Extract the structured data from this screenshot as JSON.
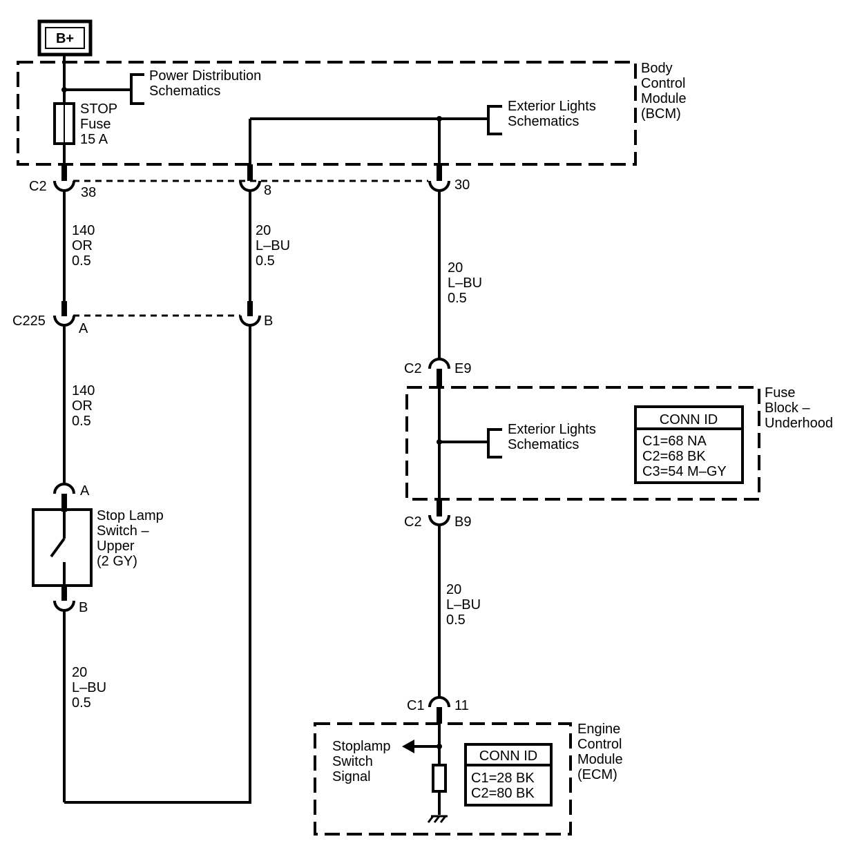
{
  "power": {
    "label": "B+"
  },
  "bcm": {
    "name_lines": [
      "Body",
      "Control",
      "Module",
      "(BCM)"
    ],
    "pds_lines": [
      "Power Distribution",
      "Schematics"
    ],
    "fuse_lines": [
      "STOP",
      "Fuse",
      "15 A"
    ],
    "ext_lights_lines": [
      "Exterior Lights",
      "Schematics"
    ]
  },
  "connectors": {
    "bcm_c2": {
      "name": "C2",
      "pins": [
        "38",
        "8",
        "30"
      ]
    },
    "c225": {
      "name": "C225",
      "pins": [
        "A",
        "B"
      ]
    },
    "fb_top": {
      "name": "C2",
      "pin": "E9"
    },
    "fb_bottom": {
      "name": "C2",
      "pin": "B9"
    },
    "ecm_c1": {
      "name": "C1",
      "pin": "11"
    },
    "switch_top": {
      "pin": "A"
    },
    "switch_bottom": {
      "pin": "B"
    }
  },
  "wires": {
    "w1": [
      "140",
      "OR",
      "0.5"
    ],
    "w2": [
      "20",
      "L–BU",
      "0.5"
    ],
    "w3": [
      "20",
      "L–BU",
      "0.5"
    ],
    "w4": [
      "140",
      "OR",
      "0.5"
    ],
    "w5": [
      "20",
      "L–BU",
      "0.5"
    ],
    "w6": [
      "20",
      "L–BU",
      "0.5"
    ]
  },
  "switch": {
    "lines": [
      "Stop Lamp",
      "Switch –",
      "Upper",
      "(2 GY)"
    ]
  },
  "fuse_block": {
    "name_lines": [
      "Fuse",
      "Block –",
      "Underhood"
    ],
    "ext_lights_lines": [
      "Exterior Lights",
      "Schematics"
    ],
    "conn_id": {
      "title": "CONN ID",
      "rows": [
        "C1=68 NA",
        "C2=68 BK",
        "C3=54 M–GY"
      ]
    }
  },
  "ecm": {
    "name_lines": [
      "Engine",
      "Control",
      "Module",
      "(ECM)"
    ],
    "signal_lines": [
      "Stoplamp",
      "Switch",
      "Signal"
    ],
    "conn_id": {
      "title": "CONN ID",
      "rows": [
        "C1=28 BK",
        "C2=80 BK"
      ]
    }
  }
}
